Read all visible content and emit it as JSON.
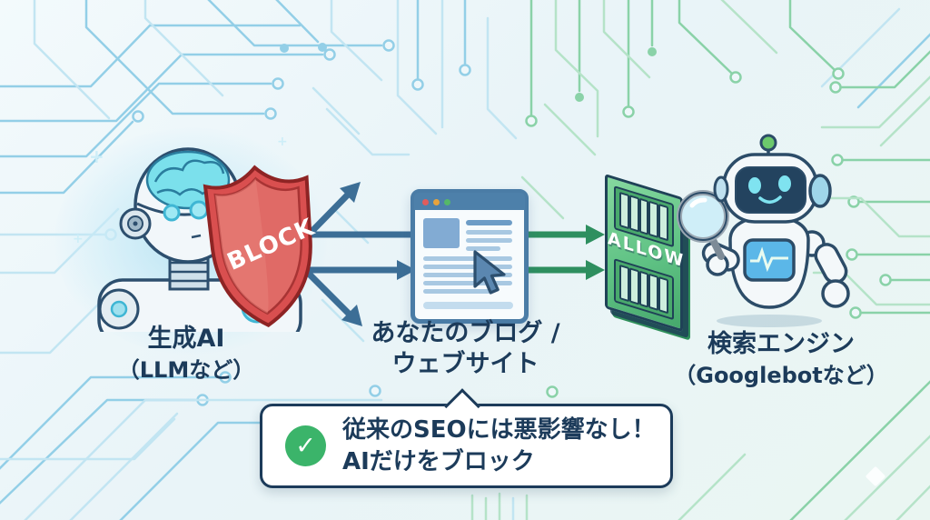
{
  "scene": {
    "left_actor": {
      "label_line1": "生成AI",
      "label_line2": "（LLMなど）"
    },
    "center_actor": {
      "label_line1": "あなたのブログ /",
      "label_line2": "ウェブサイト"
    },
    "right_actor": {
      "label_line1": "検索エンジン",
      "label_line2": "（Googlebotなど）"
    },
    "shield": {
      "label": "BLOCK"
    },
    "gate": {
      "label": "ALLOW"
    },
    "callout": {
      "check_icon": "✓",
      "line1": "従来のSEOには悪影響なし！",
      "line2": "AIだけをブロック"
    }
  },
  "colors": {
    "background": "#ecf6f9",
    "circuit_blue": "#93cfe7",
    "circuit_green": "#8ad2a8",
    "text_navy": "#1c3b5a",
    "shield_red": "#d94f4f",
    "arrow_blue": "#3c6e96",
    "arrow_green": "#2e8f5f",
    "gate_green": "#5fc284",
    "check_green": "#3bb46a"
  }
}
